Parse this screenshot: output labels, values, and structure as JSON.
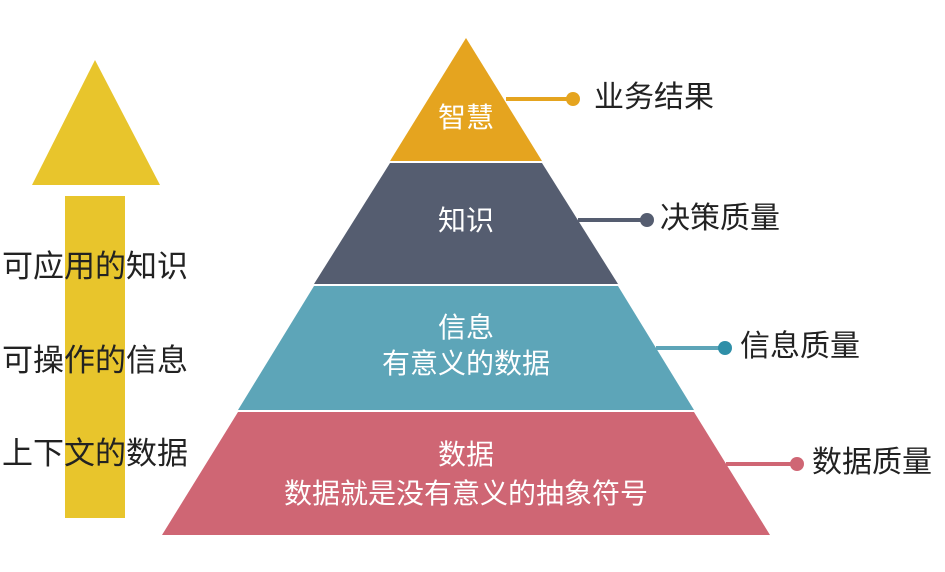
{
  "colors": {
    "arrow": "#e8c52c",
    "wisdom": "#e5a41f",
    "knowledge": "#555d70",
    "information": "#5da5b8",
    "data": "#cf6674"
  },
  "side_labels": [
    "可应用的知识",
    "可操作的信息",
    "上下文的数据"
  ],
  "tiers": {
    "wisdom": {
      "title": "智慧",
      "subtitle": "",
      "callout": "业务结果"
    },
    "knowledge": {
      "title": "知识",
      "subtitle": "",
      "callout": "决策质量"
    },
    "information": {
      "title": "信息",
      "subtitle": "有意义的数据",
      "callout": "信息质量"
    },
    "data": {
      "title": "数据",
      "subtitle": "数据就是没有意义的抽象符号",
      "callout": "数据质量"
    }
  }
}
